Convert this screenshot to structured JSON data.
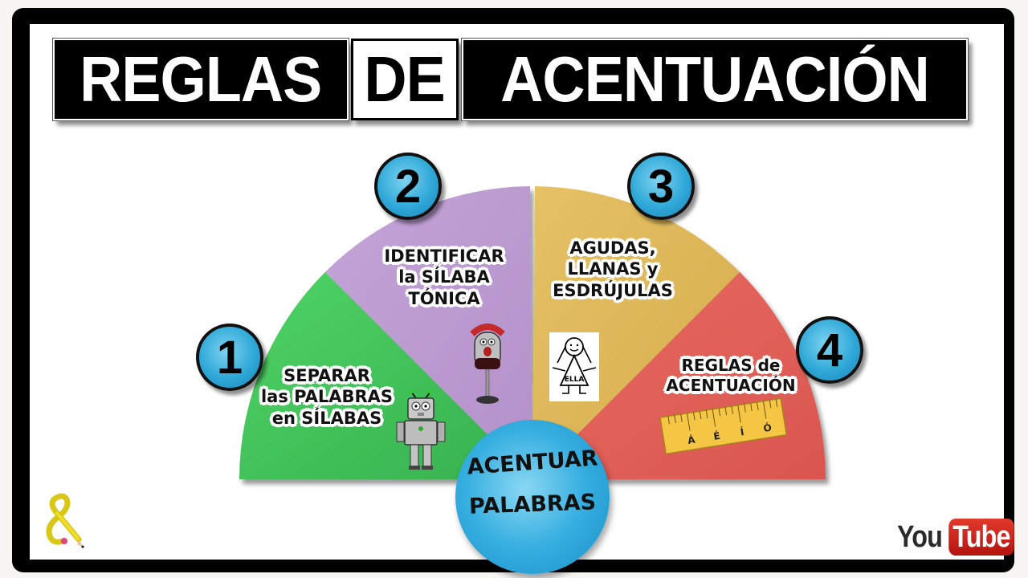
{
  "title": {
    "parts": [
      "REGLAS",
      "DE",
      "ACENTUACIÓN"
    ]
  },
  "diagram": {
    "center": {
      "line1": "ACENTUAR",
      "line2": "PALABRAS"
    },
    "segments": [
      {
        "number": "1",
        "color": "#44c35a",
        "lines": [
          "SEPARAR",
          "las PALABRAS",
          "en SÍLABAS"
        ],
        "icon": "robot-icon"
      },
      {
        "number": "2",
        "color": "#bc9bd0",
        "lines": [
          "IDENTIFICAR",
          "la SÍLABA",
          "TÓNICA"
        ],
        "icon": "microphone-icon"
      },
      {
        "number": "3",
        "color": "#dfb85a",
        "lines": [
          "AGUDAS,",
          "LLANAS y",
          "ESDRÚJULAS"
        ],
        "icon": "girl-drawing-icon",
        "icon_text": "ELLA"
      },
      {
        "number": "4",
        "color": "#e2615a",
        "lines": [
          "REGLAS de",
          "ACENTUACIÓN"
        ],
        "icon": "ruler-icon",
        "icon_text": [
          "Á",
          "É",
          "Í",
          "Ó"
        ]
      }
    ]
  },
  "branding": {
    "logo": "ampersand-pencil-logo",
    "youtube": {
      "you": "You",
      "tube": "Tube"
    }
  },
  "colors": {
    "frame": "#000000",
    "number_circle": "#2fa9d8",
    "center_ball": "#35aee0",
    "youtube_red": "#cc2218"
  }
}
